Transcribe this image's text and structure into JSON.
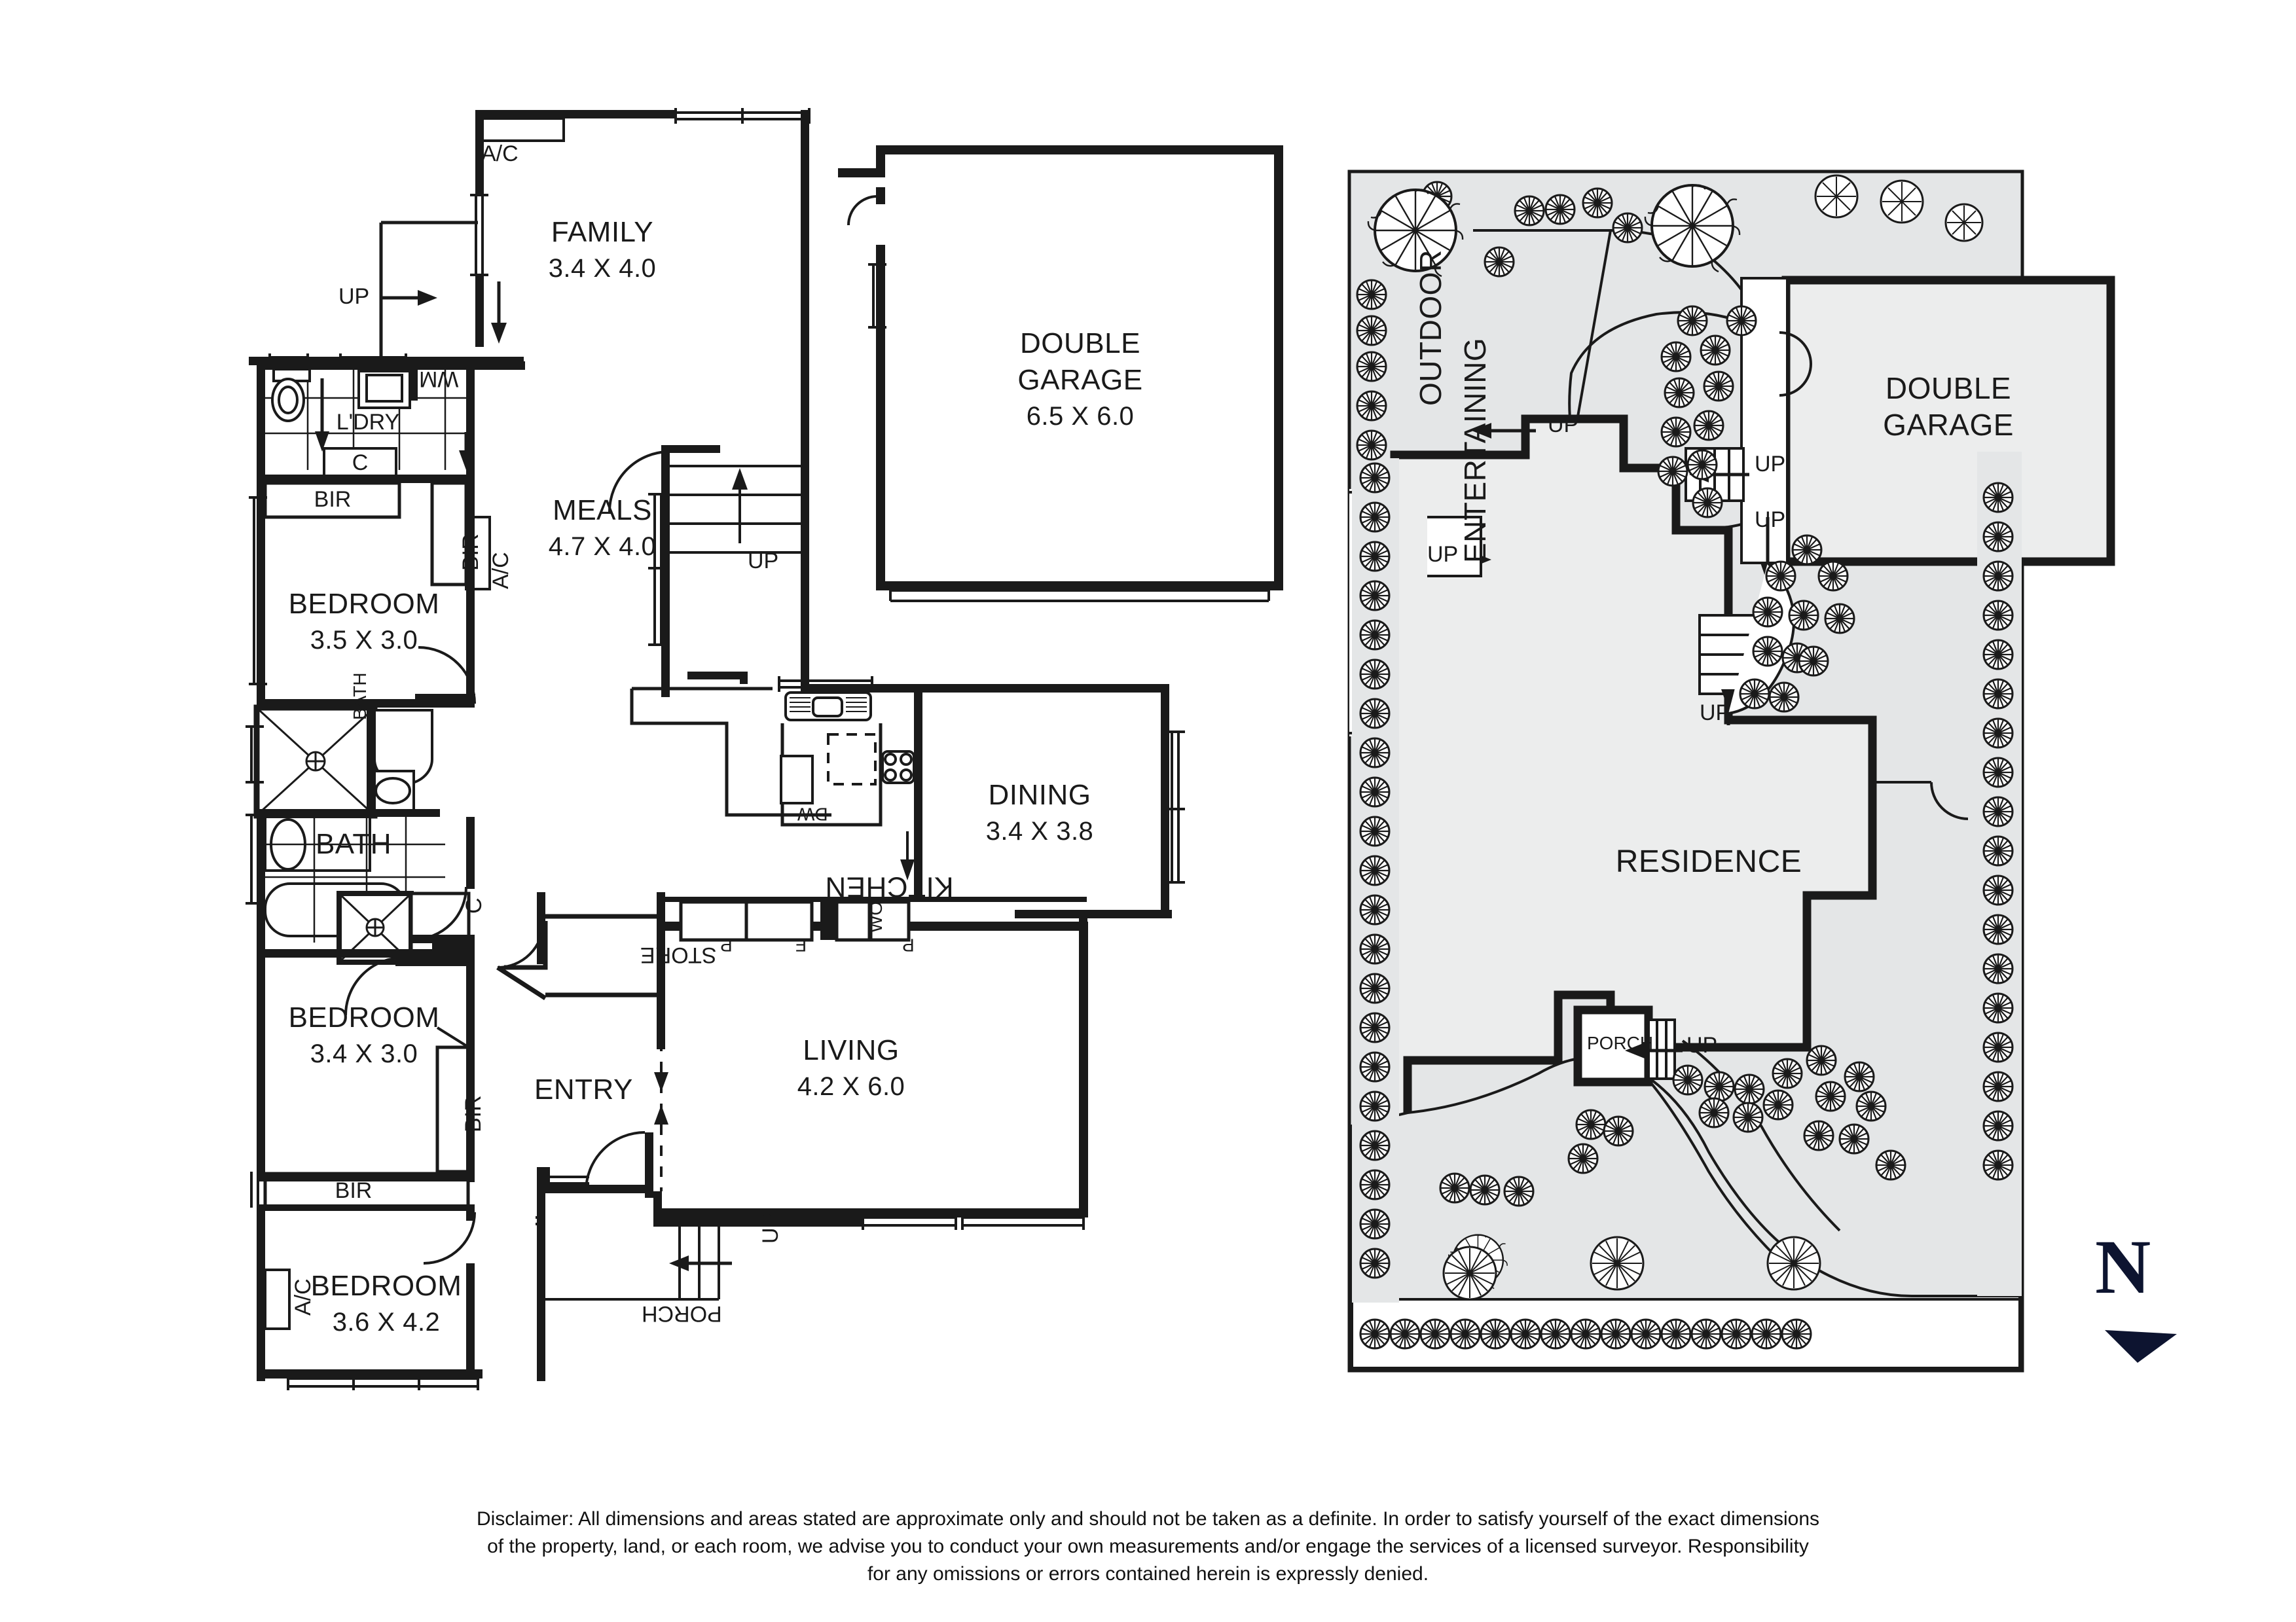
{
  "floorplan": {
    "rooms": [
      {
        "name": "FAMILY",
        "dim": "3.4 X 4.0"
      },
      {
        "name": "MEALS",
        "dim": "4.7 X 4.0"
      },
      {
        "name": "DOUBLE\nGARAGE",
        "dim": "6.5 X 6.0",
        "name1": "DOUBLE",
        "name2": "GARAGE"
      },
      {
        "name": "BEDROOM",
        "dim": "3.5 X 3.0"
      },
      {
        "name": "BEDROOM",
        "dim": "3.4 X 3.0"
      },
      {
        "name": "BEDROOM",
        "dim": "3.6 X 4.2"
      },
      {
        "name": "DINING",
        "dim": "3.4 X 3.8"
      },
      {
        "name": "LIVING",
        "dim": "4.2 X 6.0"
      }
    ],
    "labels": {
      "family": "FAMILY",
      "family_dim": "3.4 X 4.0",
      "meals": "MEALS",
      "meals_dim": "4.7 X 4.0",
      "garage_l1": "DOUBLE",
      "garage_l2": "GARAGE",
      "garage_dim": "6.5 X 6.0",
      "laundry": "L'DRY",
      "wm": "WM",
      "cupboard": "C",
      "bir": "BIR",
      "bedroom1": "BEDROOM",
      "bedroom1_dim": "3.5 X 3.0",
      "bedroom2": "BEDROOM",
      "bedroom2_dim": "3.4 X 3.0",
      "bedroom3": "BEDROOM",
      "bedroom3_dim": "3.6 X 4.2",
      "bath_small": "BATH",
      "bath": "BATH",
      "kitchen": "KITCHEN",
      "dining": "DINING",
      "dining_dim": "3.4 X 3.8",
      "living": "LIVING",
      "living_dim": "4.2 X 6.0",
      "entry": "ENTRY",
      "porch": "PORCH",
      "store": "STORE",
      "ac": "A/C",
      "up": "UP",
      "dw": "DW",
      "pantry": "P",
      "fridge": "F",
      "wall_oven": "WO"
    }
  },
  "siteplan": {
    "labels": {
      "outdoor_l1": "OUTDOOR",
      "outdoor_l2": "ENTERTAINING",
      "garage_l1": "DOUBLE",
      "garage_l2": "GARAGE",
      "residence": "RESIDENCE",
      "porch": "PORCH",
      "up": "UP"
    }
  },
  "compass": {
    "north": "N"
  },
  "disclaimer": {
    "line1": "Disclaimer: All dimensions and areas stated are approximate only and should not be taken as a definite. In order to satisfy yourself of the exact dimensions",
    "line2": "of the property, land, or each room, we advise you to conduct your own measurements and/or engage the services of a licensed surveyor. Responsibility",
    "line3": "for any omissions or errors contained herein is expressly denied."
  },
  "colors": {
    "wall": "#1a1a1a",
    "thin": "#1a1a1a",
    "site_fill": "#e4e6e7",
    "building_fill": "#eceded",
    "background": "#ffffff",
    "north": "#0d1430"
  }
}
